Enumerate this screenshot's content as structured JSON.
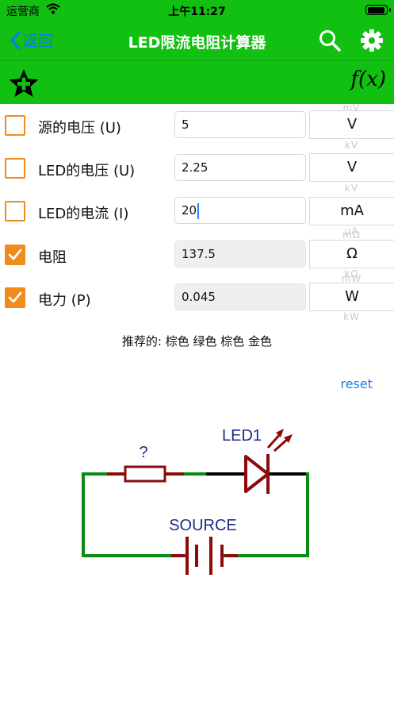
{
  "status": {
    "carrier": "运营商",
    "time": "上午11:27"
  },
  "nav": {
    "back_label": "返回",
    "title": "LED限流电阻计算器"
  },
  "toolbar": {
    "function_label": "f(x)"
  },
  "rows": [
    {
      "label": "源的电压 (U)",
      "value": "5",
      "unit": "V",
      "checked": false,
      "unit_above": "mV",
      "unit_below": "kV"
    },
    {
      "label": "LED的电压 (U)",
      "value": "2.25",
      "unit": "V",
      "checked": false
    },
    {
      "label": "LED的电流 (I)",
      "value": "20",
      "unit": "mA",
      "checked": false,
      "unit_above": "kV",
      "unit_below": "µA"
    },
    {
      "label": "电阻",
      "value": "137.5",
      "unit": "Ω",
      "checked": true,
      "unit_above": "mΩ",
      "unit_below": "kΩ"
    },
    {
      "label": "电力 (P)",
      "value": "0.045",
      "unit": "W",
      "checked": true,
      "unit_above": "mW",
      "unit_below": "kW"
    }
  ],
  "recommended": "推荐的: 棕色 绿色 棕色 金色",
  "reset_label": "reset",
  "circuit": {
    "resistor_label": "?",
    "led_label": "LED1",
    "source_label": "SOURCE",
    "colors": {
      "wire": "#0b8a16",
      "component": "#8b0a0a",
      "label": "#1a2c8c"
    }
  },
  "colors": {
    "bar": "#11c011",
    "accent": "#f08c1c",
    "link": "#1a7fe0"
  }
}
